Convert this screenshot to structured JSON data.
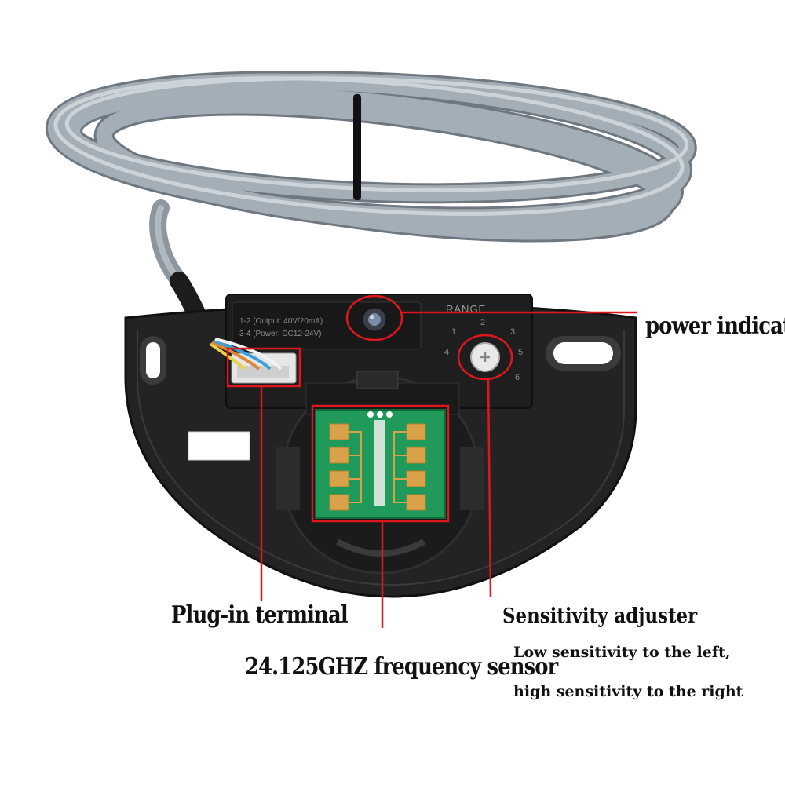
{
  "labels": {
    "power_indicator": "power indicator",
    "plug_in_terminal": "Plug-in terminal",
    "sensitivity_adjuster": "Sensitivity adjuster",
    "frequency_sensor": "24.125GHZ frequency sensor",
    "low_sensitivity": "Low sensitivity to the left,",
    "high_sensitivity": "high sensitivity to the right"
  },
  "device": {
    "range_label": "RANGE",
    "terminal_text_1": "1-2 (Output: 40V/20mA)",
    "terminal_text_2": "3-4 (Power: DC12-24V)",
    "dial_numbers": [
      "1",
      "2",
      "3",
      "4",
      "5",
      "6"
    ]
  },
  "colors": {
    "annotation": "#e0161e",
    "cable": "#9ba5ad",
    "housing": "#232323",
    "pcb": "#1f9a5a",
    "pad": "#d9a24a"
  },
  "icons": {
    "led": "power-led-icon",
    "knob": "adjuster-knob-icon",
    "antenna": "patch-antenna-icon"
  }
}
